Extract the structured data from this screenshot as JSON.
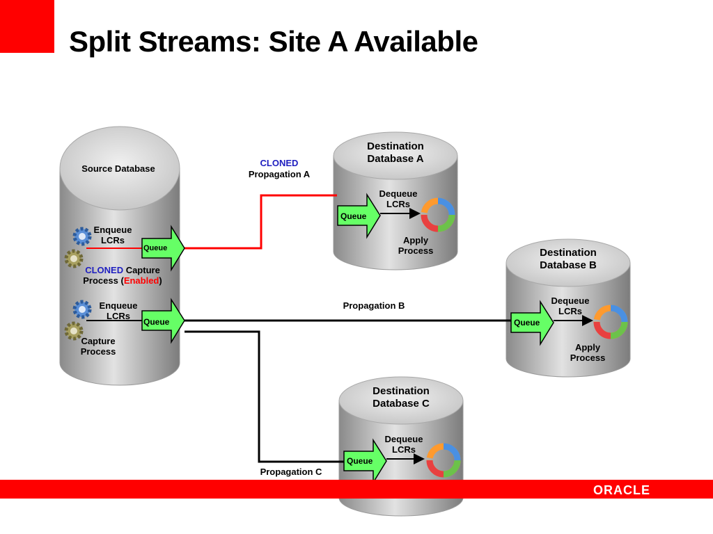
{
  "title": "Split Streams: Site A Available",
  "logo_text": "ORACLE",
  "source": {
    "label": "Source Database",
    "enqueue1": "Enqueue\nLCRs",
    "queue1": "Queue",
    "cloned_word": "CLONED",
    "capture_word": " Capture",
    "process_prefix": "Process (",
    "enabled_word": "Enabled",
    "process_suffix": ")",
    "enqueue2": "Enqueue\nLCRs",
    "queue2": "Queue",
    "capture2": "Capture\nProcess"
  },
  "propagation_a": {
    "cloned": "CLONED",
    "label": "Propagation A"
  },
  "propagation_b": {
    "label": "Propagation B"
  },
  "propagation_c": {
    "label": "Propagation C"
  },
  "dest_a": {
    "title": "Destination\nDatabase A",
    "dequeue": "Dequeue\nLCRs",
    "queue": "Queue",
    "apply": "Apply\nProcess"
  },
  "dest_b": {
    "title": "Destination\nDatabase B",
    "dequeue": "Dequeue\nLCRs",
    "queue": "Queue",
    "apply": "Apply\nProcess"
  },
  "dest_c": {
    "title": "Destination\nDatabase C",
    "dequeue": "Dequeue\nLCRs",
    "queue": "Queue"
  },
  "colors": {
    "brand_red": "#ff0000",
    "queue_green": "#66ff66",
    "cloned_blue": "#2020c0"
  }
}
